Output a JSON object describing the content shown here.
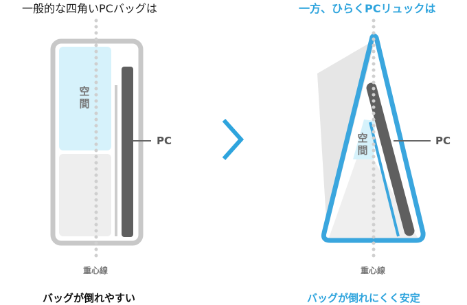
{
  "left_panel": {
    "title": "一般的な四角いPCバッグは",
    "space_label": "空間",
    "pc_label": "PC",
    "cog_label": "重心線",
    "caption": "バッグが倒れやすい"
  },
  "right_panel": {
    "title": "一方、ひらくPCリュックは",
    "space_label": "空間",
    "pc_label": "PC",
    "cog_label": "重心線",
    "caption": "バッグが倒れにくく安定"
  },
  "arrow_icon": "chevron-right-icon",
  "colors": {
    "bag_outline_gray": "#c8c8c8",
    "bag_outline_blue": "#3aa6de",
    "space_fill": "#d6f2fb",
    "lower_fill": "#eeeeee",
    "pc_fill": "#5f5f5f",
    "arrow": "#2ea4dd",
    "dots": "#d0d0d0"
  }
}
